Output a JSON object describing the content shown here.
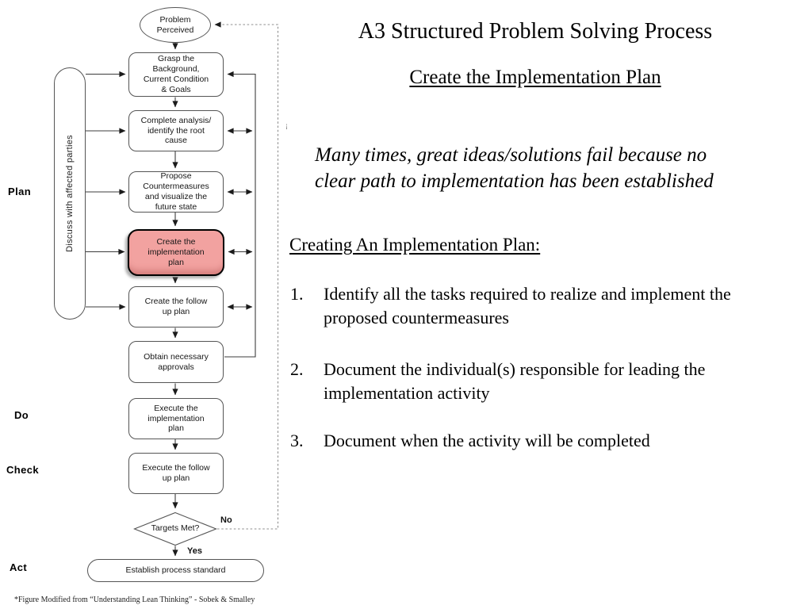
{
  "slide": {
    "title": "A3 Structured Problem Solving Process",
    "subtitle": "Create the Implementation Plan",
    "lead_lines": [
      "Many times, great ideas/solutions fail because no",
      "clear path to implementation has been established"
    ],
    "section_heading": "Creating An Implementation Plan:",
    "list": [
      {
        "num": "1.",
        "lines": [
          "Identify all the tasks required to realize and implement the",
          "proposed countermeasures"
        ]
      },
      {
        "num": "2.",
        "lines": [
          "Document the individual(s) responsible for leading the",
          "implementation activity"
        ]
      },
      {
        "num": "3.",
        "lines": [
          "Document when the activity will be completed",
          ""
        ]
      }
    ],
    "footnote": "*Figure Modified from “Understanding Lean Thinking”  -  Sobek & Smalley",
    "stray_mark": "¡"
  },
  "flowchart": {
    "nodes": {
      "problem": "Problem\nPerceived",
      "grasp": "Grasp the\nBackground,\nCurrent Condition\n& Goals",
      "analysis": "Complete analysis/\nidentify the root\ncause",
      "propose": "Propose\nCountermeasures\nand visualize the\nfuture state",
      "create_plan": "Create the\nimplementation\nplan",
      "follow_up": "Create the follow\nup plan",
      "approvals": "Obtain necessary\napprovals",
      "execute_plan": "Execute the\nimplementation\nplan",
      "execute_follow_up": "Execute the follow\nup plan",
      "targets": "Targets Met?",
      "standard": "Establish process standard",
      "discuss": "Discuss with affected parties"
    },
    "labels": {
      "plan": "Plan",
      "do": "Do",
      "check": "Check",
      "act": "Act",
      "no": "No",
      "yes": "Yes"
    },
    "colors": {
      "highlight_fill": "#f2a2a0",
      "line": "#3c3c3c"
    }
  }
}
